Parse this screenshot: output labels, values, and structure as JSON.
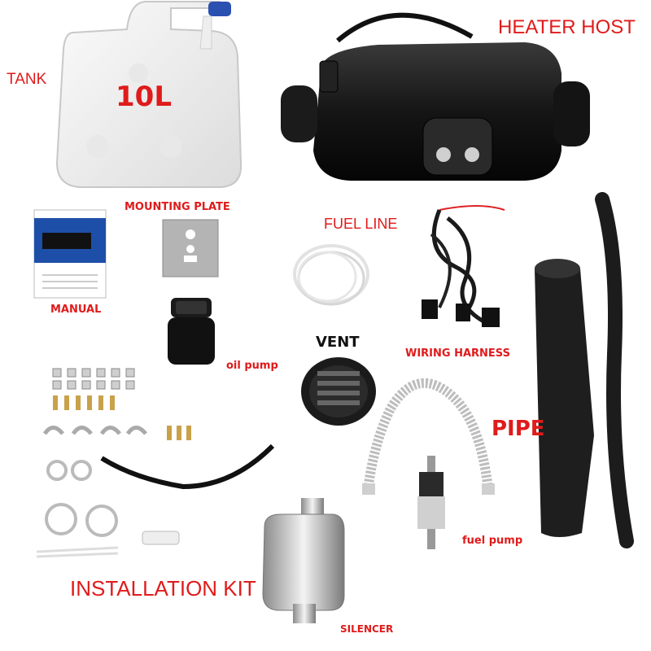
{
  "labels": {
    "tank": "TANK",
    "tank_capacity": "10L",
    "heater_host": "HEATER HOST",
    "mounting_plate": "MOUNTING PLATE",
    "fuel_line": "FUEL LINE",
    "manual": "MANUAL",
    "oil_pump": "oil pump",
    "vent": "VENT",
    "wiring_harness": "WIRING HARNESS",
    "pipe": "PIPE",
    "installation_kit": "INSTALLATION KIT",
    "fuel_pump": "fuel pump",
    "silencer": "SILENCER"
  },
  "colors": {
    "label_red": "#e01b1b",
    "label_black": "#111111",
    "background": "#ffffff"
  }
}
